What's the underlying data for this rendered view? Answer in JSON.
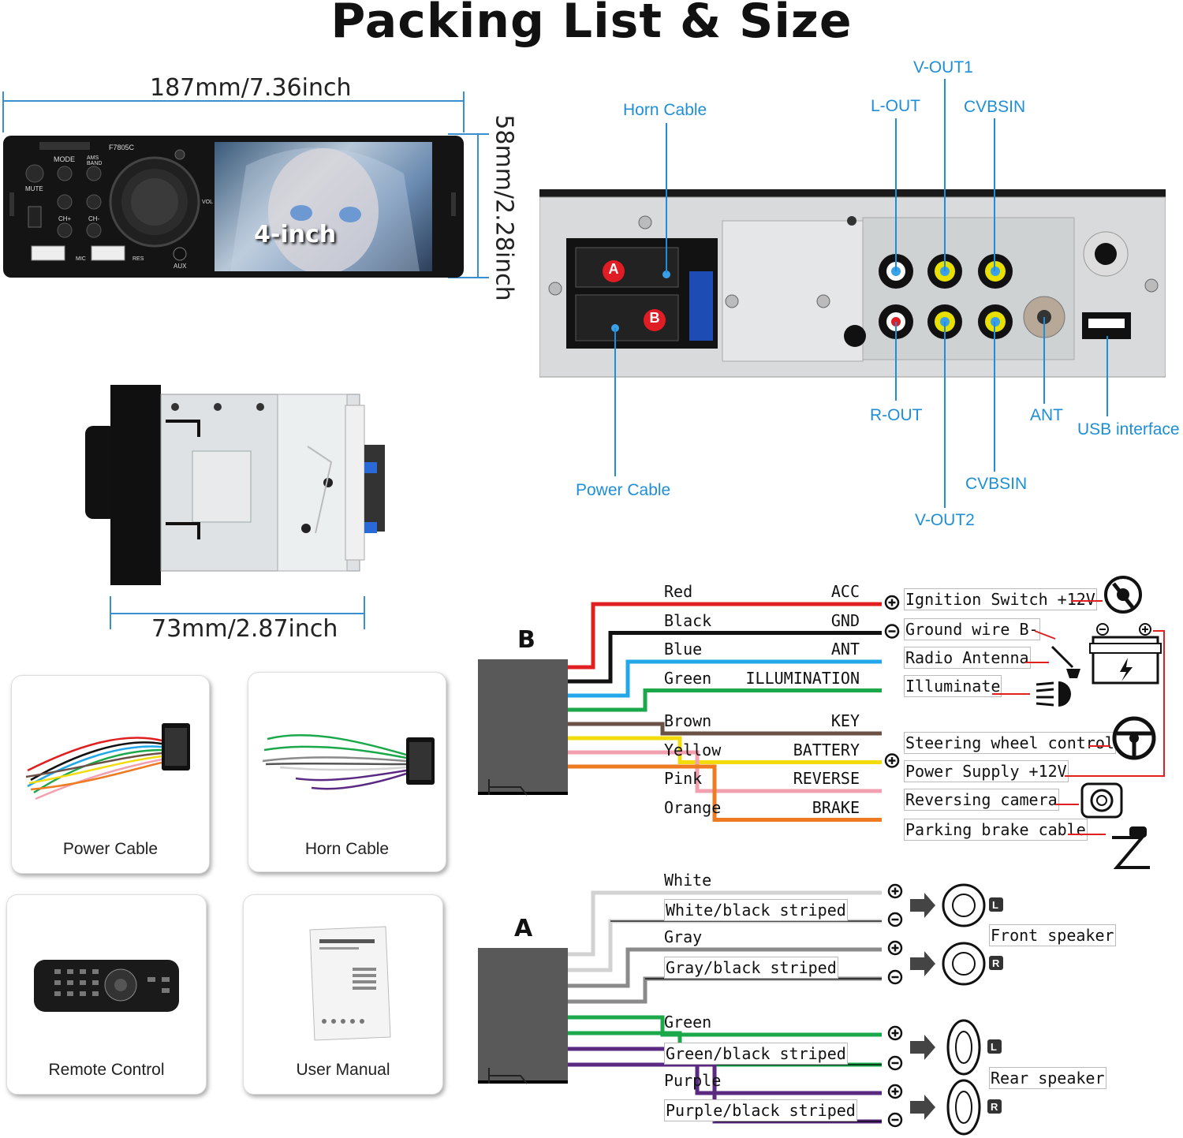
{
  "title": "Packing List & Size",
  "dimensions": {
    "width": "187mm/7.36inch",
    "height": "58mm/2.28inch",
    "depth": "73mm/2.87inch"
  },
  "front_panel": {
    "model": "F7805C",
    "screen_label": "4-inch",
    "buttons": [
      "MODE",
      "AMS BAND",
      "MUTE",
      "CH+",
      "CH-",
      "MIC",
      "RES",
      "AUX",
      "VOL"
    ]
  },
  "rear_panel": {
    "connector_a": "A",
    "connector_b": "B",
    "callouts": {
      "horn_cable": "Horn Cable",
      "l_out": "L-OUT",
      "v_out1": "V-OUT1",
      "cvbsin_top": "CVBSIN",
      "power_cable": "Power Cable",
      "r_out": "R-OUT",
      "ant": "ANT",
      "usb": "USB interface",
      "cvbsin_bottom": "CVBSIN",
      "v_out2": "V-OUT2"
    }
  },
  "package_items": [
    {
      "label": "Power Cable",
      "icon": "power-cable-harness-icon"
    },
    {
      "label": "Horn Cable",
      "icon": "horn-cable-harness-icon"
    },
    {
      "label": "Remote Control",
      "icon": "remote-control-icon"
    },
    {
      "label": "User Manual",
      "icon": "user-manual-icon"
    }
  ],
  "wiring_b": {
    "connector": "B",
    "wires": [
      {
        "color_name": "Red",
        "signal": "ACC",
        "hex": "#e02020",
        "function": "Ignition Switch +12V",
        "polarity": "+",
        "icon": "ignition-key-icon"
      },
      {
        "color_name": "Black",
        "signal": "GND",
        "hex": "#111111",
        "function": "Ground wire B-",
        "polarity": "-",
        "icon": "battery-icon"
      },
      {
        "color_name": "Blue",
        "signal": "ANT",
        "hex": "#22a8e8",
        "function": "Radio Antenna",
        "polarity": "",
        "icon": "antenna-icon"
      },
      {
        "color_name": "Green",
        "signal": "ILLUMINATION",
        "hex": "#1aa84a",
        "function": "Illuminate",
        "polarity": "",
        "icon": "headlight-icon"
      },
      {
        "color_name": "Brown",
        "signal": "KEY",
        "hex": "#6b5046",
        "function": "Steering wheel control",
        "polarity": "",
        "icon": "steering-wheel-icon"
      },
      {
        "color_name": "Yellow",
        "signal": "BATTERY",
        "hex": "#f2dc0c",
        "function": "Power Supply +12V",
        "polarity": "+",
        "icon": ""
      },
      {
        "color_name": "Pink",
        "signal": "REVERSE",
        "hex": "#f2a0b0",
        "function": "Reversing camera",
        "polarity": "",
        "icon": "camera-icon"
      },
      {
        "color_name": "Orange",
        "signal": "BRAKE",
        "hex": "#ee7a22",
        "function": "Parking brake cable",
        "polarity": "",
        "icon": "parking-brake-icon"
      }
    ]
  },
  "wiring_a": {
    "connector": "A",
    "wires": [
      {
        "color_name": "White",
        "hex": "#d2d2d2",
        "polarity": "+"
      },
      {
        "color_name": "White/black striped",
        "hex": "#d2d2d2",
        "polarity": "-"
      },
      {
        "color_name": "Gray",
        "hex": "#8a8a8a",
        "polarity": "+"
      },
      {
        "color_name": "Gray/black striped",
        "hex": "#8a8a8a",
        "polarity": "-"
      },
      {
        "color_name": "Green",
        "hex": "#1aa84a",
        "polarity": "+"
      },
      {
        "color_name": "Green/black striped",
        "hex": "#1aa84a",
        "polarity": "-"
      },
      {
        "color_name": "Purple",
        "hex": "#5a2a82",
        "polarity": "+"
      },
      {
        "color_name": "Purple/black striped",
        "hex": "#5a2a82",
        "polarity": "-"
      }
    ],
    "speakers": [
      {
        "label": "Front speaker",
        "channels": [
          "L",
          "R"
        ]
      },
      {
        "label": "Rear speaker",
        "channels": [
          "L",
          "R"
        ]
      }
    ]
  }
}
